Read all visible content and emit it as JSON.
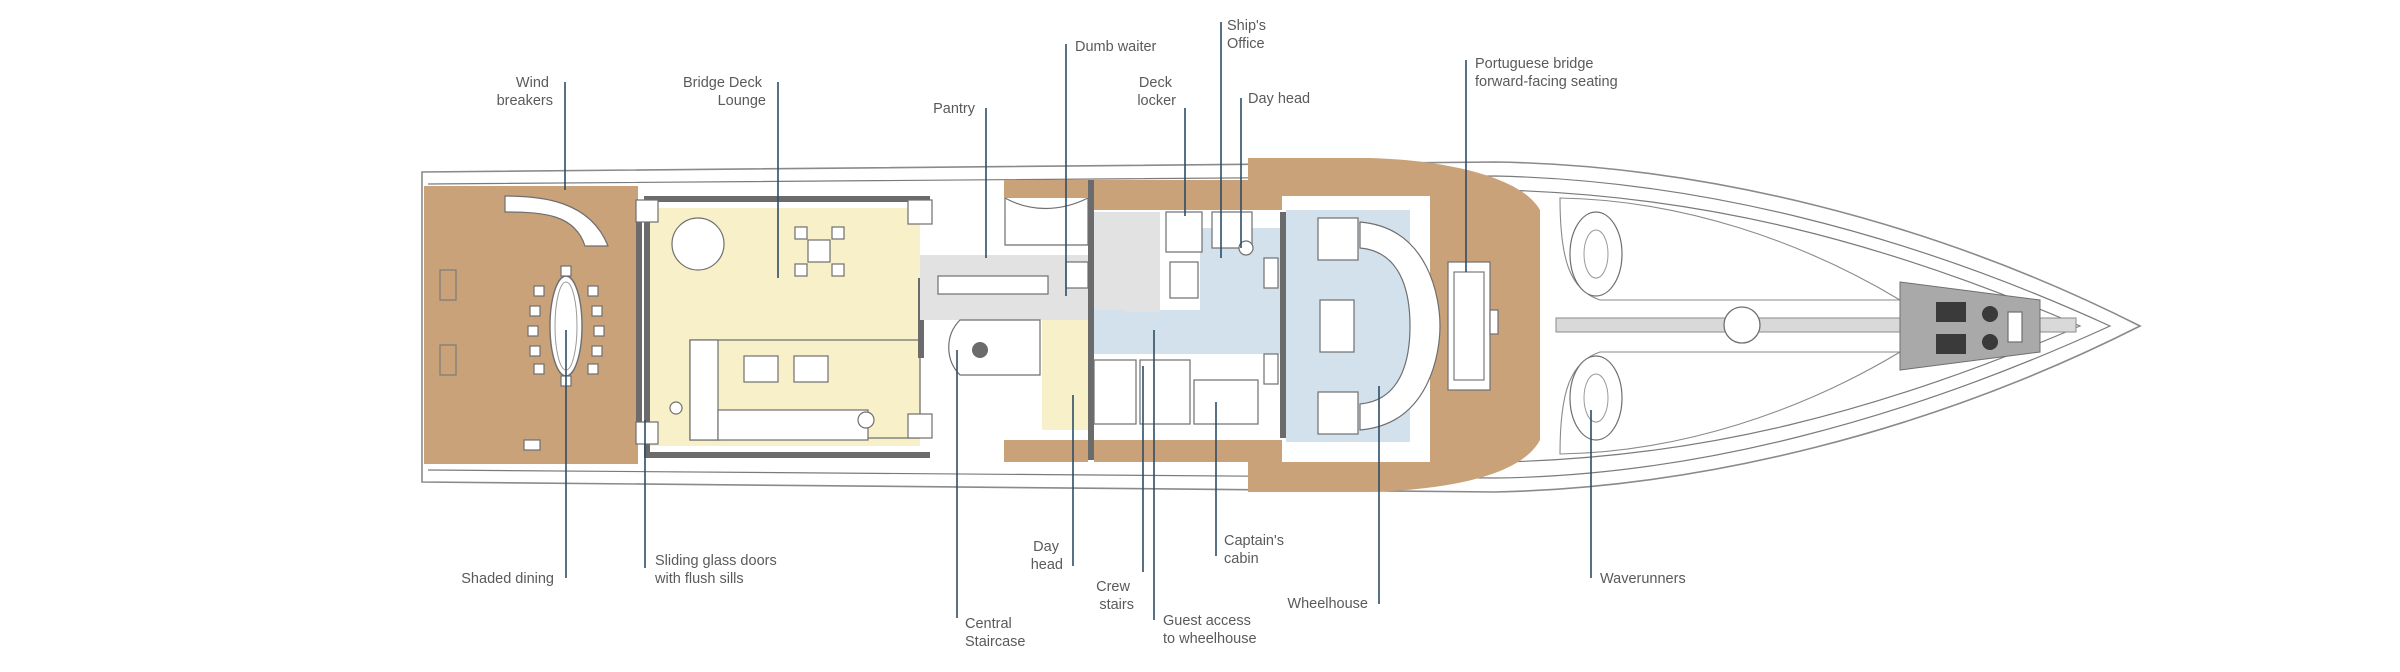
{
  "labels": {
    "wind_breakers": [
      "Wind",
      "breakers"
    ],
    "bridge_deck_lounge": [
      "Bridge Deck",
      "Lounge"
    ],
    "pantry": "Pantry",
    "dumb_waiter": "Dumb waiter",
    "deck_locker": [
      "Deck",
      "locker"
    ],
    "ships_office": [
      "Ship's",
      "Office"
    ],
    "day_head_top": "Day head",
    "portuguese_bridge": [
      "Portuguese bridge",
      "forward-facing seating"
    ],
    "shaded_dining": "Shaded dining",
    "sliding_glass_doors": [
      "Sliding glass doors",
      "with flush sills"
    ],
    "day_head_bottom": [
      "Day",
      "head"
    ],
    "crew_stairs": [
      "Crew",
      "stairs"
    ],
    "central_staircase": [
      "Central",
      "Staircase"
    ],
    "guest_access": [
      "Guest access",
      "to wheelhouse"
    ],
    "captains_cabin": [
      "Captain's",
      "cabin"
    ],
    "wheelhouse": "Wheelhouse",
    "waverunners": "Waverunners"
  },
  "colors": {
    "teak_deck": "#c9a27a",
    "lounge_area": "#f7f0c8",
    "crew_area": "#d3e1ec",
    "service_area": "#e2e2e2",
    "leader_line": "#2e4d66",
    "label_text": "#5a5a5a"
  }
}
